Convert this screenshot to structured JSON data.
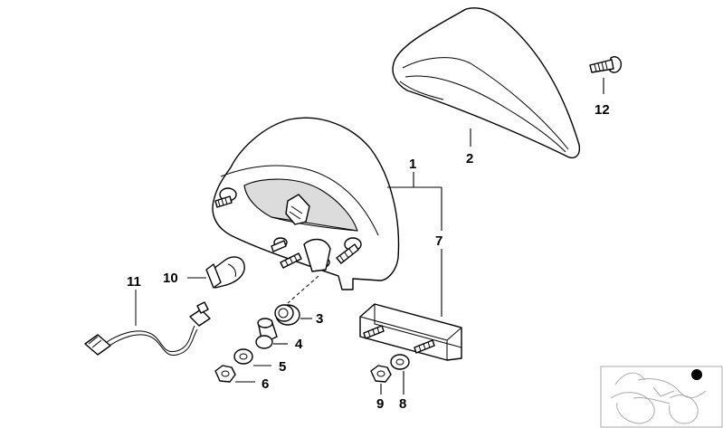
{
  "callouts": {
    "c1": "1",
    "c2": "2",
    "c3": "3",
    "c4": "4",
    "c5": "5",
    "c6": "6",
    "c7": "7",
    "c8": "8",
    "c9": "9",
    "c10": "10",
    "c11": "11",
    "c12": "12"
  },
  "parts": [
    {
      "id": "1",
      "icon": "tail-light-housing"
    },
    {
      "id": "2",
      "icon": "tail-light-lens"
    },
    {
      "id": "3",
      "icon": "rubber-grommet"
    },
    {
      "id": "4",
      "icon": "spacer-sleeve"
    },
    {
      "id": "5",
      "icon": "washer"
    },
    {
      "id": "6",
      "icon": "hex-nut"
    },
    {
      "id": "7",
      "icon": "license-plate-bracket"
    },
    {
      "id": "8",
      "icon": "washer"
    },
    {
      "id": "9",
      "icon": "hex-nut"
    },
    {
      "id": "10",
      "icon": "bulb"
    },
    {
      "id": "11",
      "icon": "wiring-harness"
    },
    {
      "id": "12",
      "icon": "screw"
    }
  ],
  "colors": {
    "line": "#000000",
    "background": "#ffffff",
    "thumbnail": "#a9a9a9"
  }
}
